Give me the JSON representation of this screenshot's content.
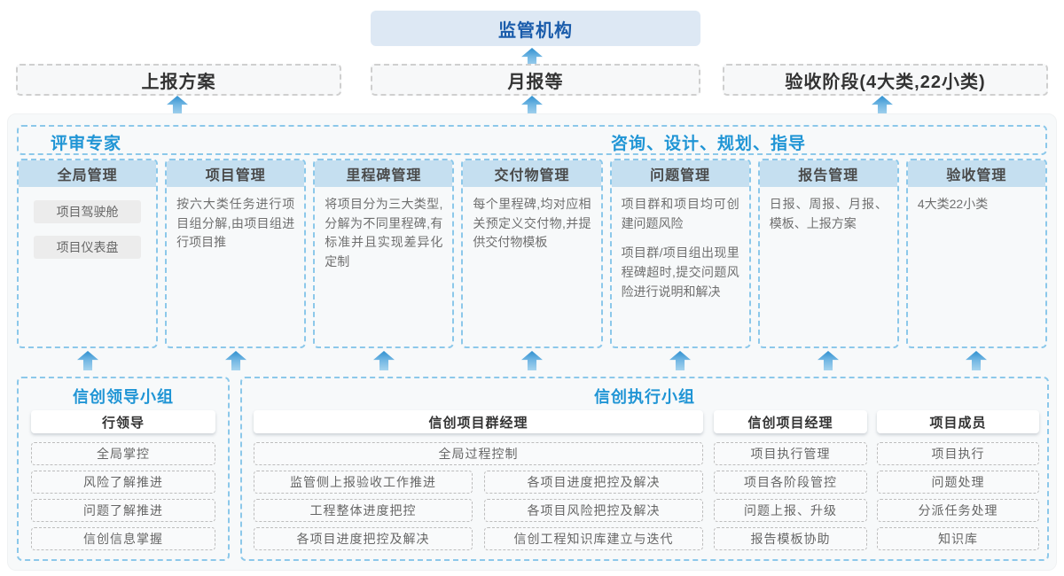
{
  "colors": {
    "accent_blue": "#2095d5",
    "dark_blue": "#1a5cab",
    "regulator_bg": "#dde8f4",
    "module_header_bg": "#c5dff0",
    "dashed_blue_border": "#8cc8ea",
    "container_bg": "#f7f9fa",
    "arrow_top": "#2f90d0",
    "arrow_bottom": "#a6d4ef"
  },
  "top": {
    "regulator": "监管机构",
    "channels": [
      {
        "label": "上报方案"
      },
      {
        "label": "月报等"
      },
      {
        "label": "验收阶段(4大类,22小类)"
      }
    ]
  },
  "platform": {
    "expert_label": "评审专家",
    "guidance_label": "咨询、设计、规划、指导",
    "modules": [
      {
        "title": "全局管理",
        "chips": [
          "项目驾驶舱",
          "项目仪表盘"
        ]
      },
      {
        "title": "项目管理",
        "text": "按六大类任务进行项目组分解,由项目组进行项目推"
      },
      {
        "title": "里程碑管理",
        "text": "将项目分为三大类型,分解为不同里程碑,有标准并且实现差异化定制"
      },
      {
        "title": "交付物管理",
        "text": "每个里程碑,均对应相关预定义交付物,并提供交付物模板"
      },
      {
        "title": "问题管理",
        "text": "项目群和项目均可创建问题风险",
        "text2": "项目群/项目组出现里程碑超时,提交问题风险进行说明和解决"
      },
      {
        "title": "报告管理",
        "text": "日报、周报、月报、模板、上报方案"
      },
      {
        "title": "验收管理",
        "text": "4大类22小类"
      }
    ]
  },
  "teams": {
    "leader_group": {
      "title": "信创领导小组",
      "role": "行领导",
      "duties": [
        "全局掌控",
        "风险了解推进",
        "问题了解推进",
        "信创信息掌握"
      ]
    },
    "exec_group": {
      "title": "信创执行小组",
      "program_manager": {
        "name": "信创项目群经理",
        "full_item": "全局过程控制",
        "left_items": [
          "监管侧上报验收工作推进",
          "工程整体进度把控",
          "各项目进度把控及解决"
        ],
        "right_items": [
          "各项目进度把控及解决",
          "各项目风险把控及解决",
          "信创工程知识库建立与迭代"
        ]
      },
      "project_manager": {
        "name": "信创项目经理",
        "duties": [
          "项目执行管理",
          "项目各阶段管控",
          "问题上报、升级",
          "报告模板协助"
        ]
      },
      "member": {
        "name": "项目成员",
        "duties": [
          "项目执行",
          "问题处理",
          "分派任务处理",
          "知识库"
        ]
      }
    }
  }
}
